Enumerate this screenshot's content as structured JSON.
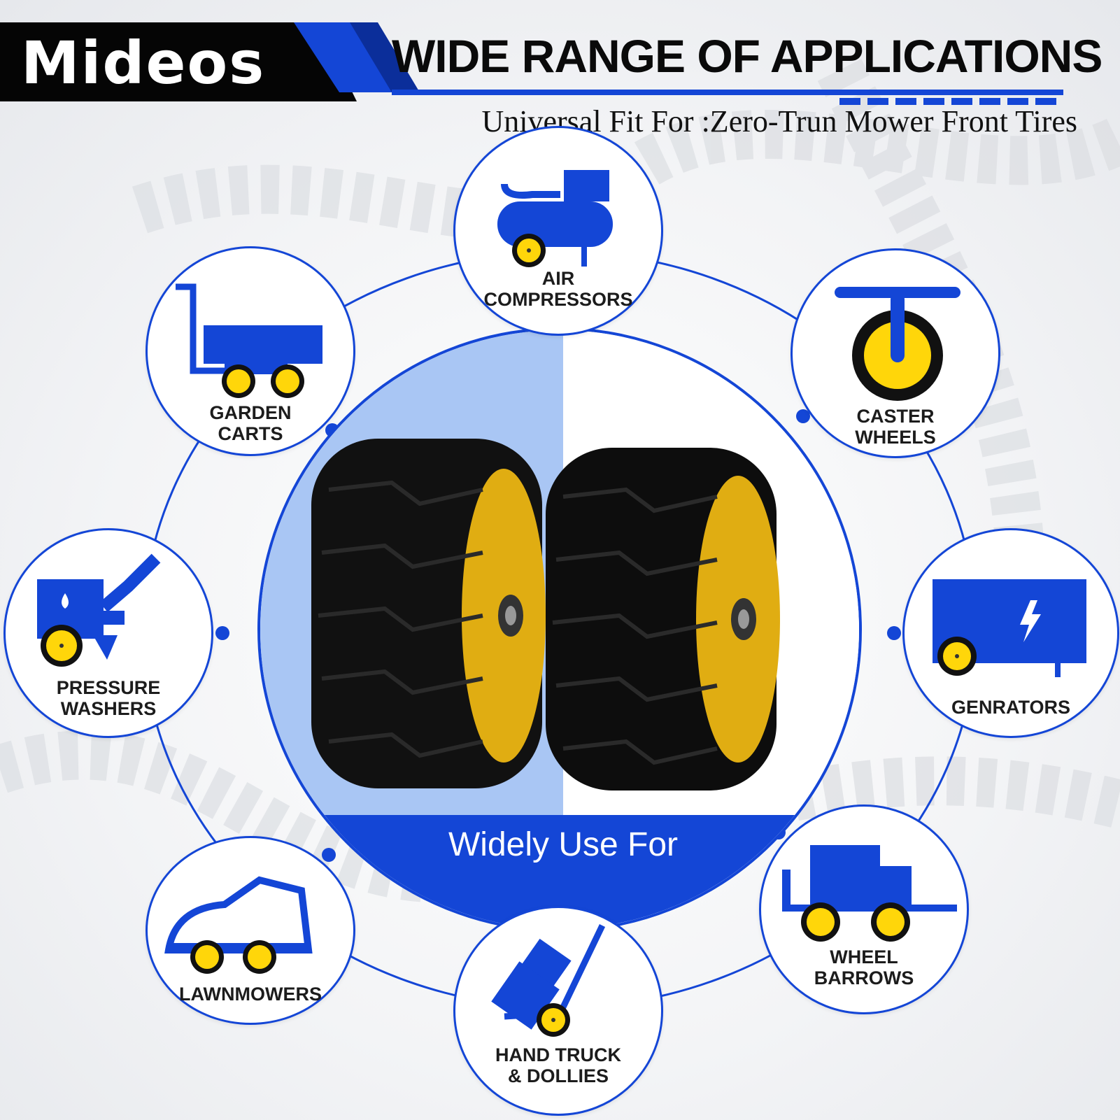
{
  "brand": {
    "name": "Mideos",
    "icon": "wheel-logo-icon"
  },
  "headline": "WIDE RANGE OF APPLICATIONS",
  "subline": "Universal Fit For :Zero-Trun Mower Front Tires",
  "center_label": "Widely Use For",
  "colors": {
    "blue": "#1446d6",
    "yellow": "#ffd60a",
    "black": "#0a0a0a"
  },
  "applications": [
    {
      "id": "air",
      "lines": [
        "AIR",
        "COMPRESSORS"
      ],
      "icon": "air-compressor-icon"
    },
    {
      "id": "caster",
      "lines": [
        "CASTER",
        "WHEELS"
      ],
      "icon": "caster-wheel-icon"
    },
    {
      "id": "gen",
      "lines": [
        "GENRATORS"
      ],
      "icon": "generator-icon"
    },
    {
      "id": "barrow",
      "lines": [
        "WHEEL",
        "BARROWS"
      ],
      "icon": "wheel-barrow-icon"
    },
    {
      "id": "hand",
      "lines": [
        "HAND TRUCK",
        "& DOLLIES"
      ],
      "icon": "hand-truck-icon"
    },
    {
      "id": "lawn",
      "lines": [
        "LAWNMOWERS"
      ],
      "icon": "lawnmower-icon"
    },
    {
      "id": "pressure",
      "lines": [
        "PRESSURE",
        "WASHERS"
      ],
      "icon": "pressure-washer-icon"
    },
    {
      "id": "garden",
      "lines": [
        "GARDEN",
        "CARTS"
      ],
      "icon": "garden-cart-icon"
    }
  ]
}
